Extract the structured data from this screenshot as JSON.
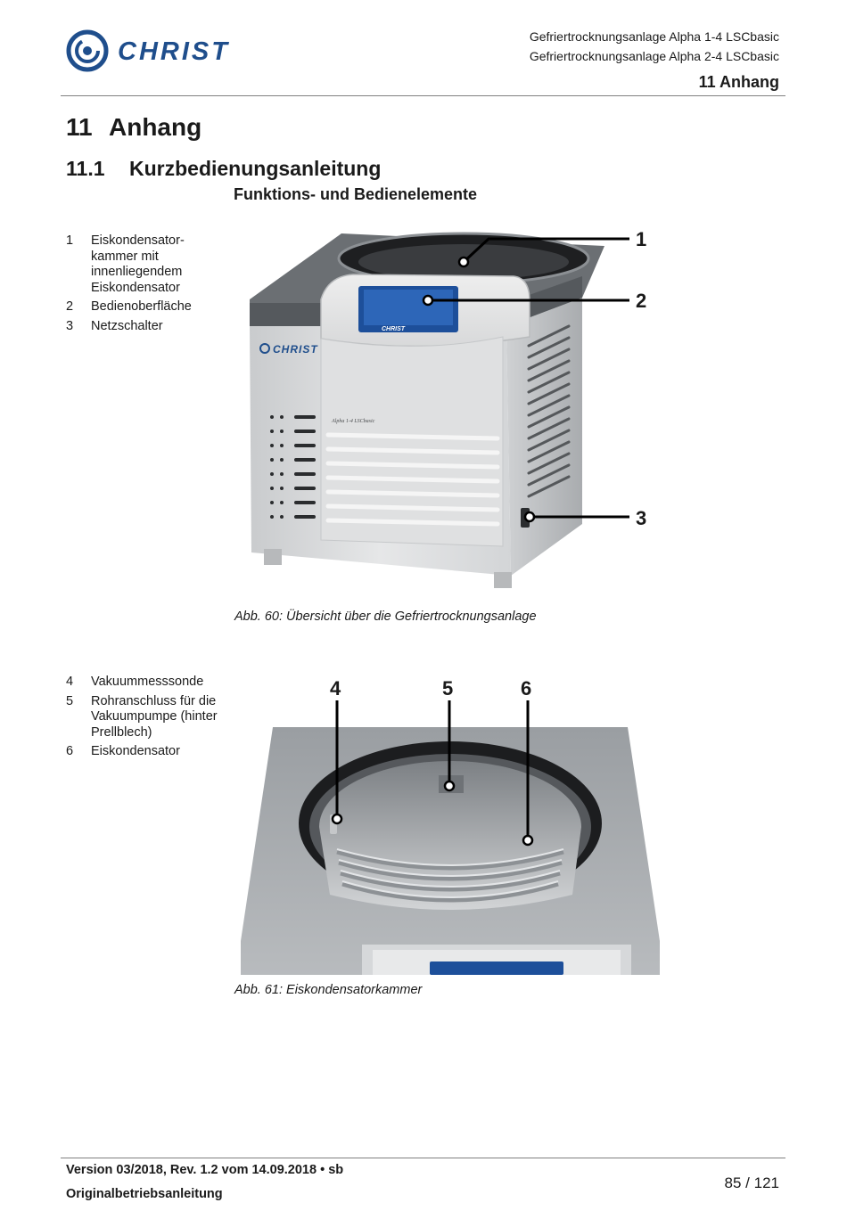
{
  "header": {
    "logo_text": "CHRIST",
    "product_line_1": "Gefriertrocknungsanlage Alpha 1-4 LSCbasic",
    "product_line_2": "Gefriertrocknungsanlage Alpha 2-4 LSCbasic",
    "chapter": "11 Anhang"
  },
  "section": {
    "number": "11",
    "title": "Anhang"
  },
  "subsection": {
    "number": "11.1",
    "title": "Kurzbedienungsanleitung"
  },
  "subheading": "Funktions- und Bedienelemente",
  "figure1": {
    "legend": [
      {
        "num": "1",
        "text": "Eiskondensator-kammer mit innenliegendem Eiskondensator"
      },
      {
        "num": "2",
        "text": "Bedienoberfläche"
      },
      {
        "num": "3",
        "text": "Netzschalter"
      }
    ],
    "callouts": [
      "1",
      "2",
      "3"
    ],
    "device_logo": "CHRIST",
    "device_model_label": "Alpha 1-4 LSCbasic",
    "caption": "Abb. 60: Übersicht über die Gefriertrocknungsanlage"
  },
  "figure2": {
    "legend": [
      {
        "num": "4",
        "text": "Vakuummesssonde"
      },
      {
        "num": "5",
        "text": "Rohranschluss für die Vakuumpumpe (hinter Prellblech)"
      },
      {
        "num": "6",
        "text": "Eiskondensator"
      }
    ],
    "callouts": [
      "4",
      "5",
      "6"
    ],
    "caption": "Abb. 61: Eiskondensatorkammer"
  },
  "footer": {
    "version": "Version 03/2018, Rev. 1.2 vom 14.09.2018 • sb",
    "document": "Originalbetriebsanleitung",
    "page": "85 / 121"
  },
  "colors": {
    "brand_blue": "#1f4e8c",
    "rule_gray": "#808080"
  }
}
